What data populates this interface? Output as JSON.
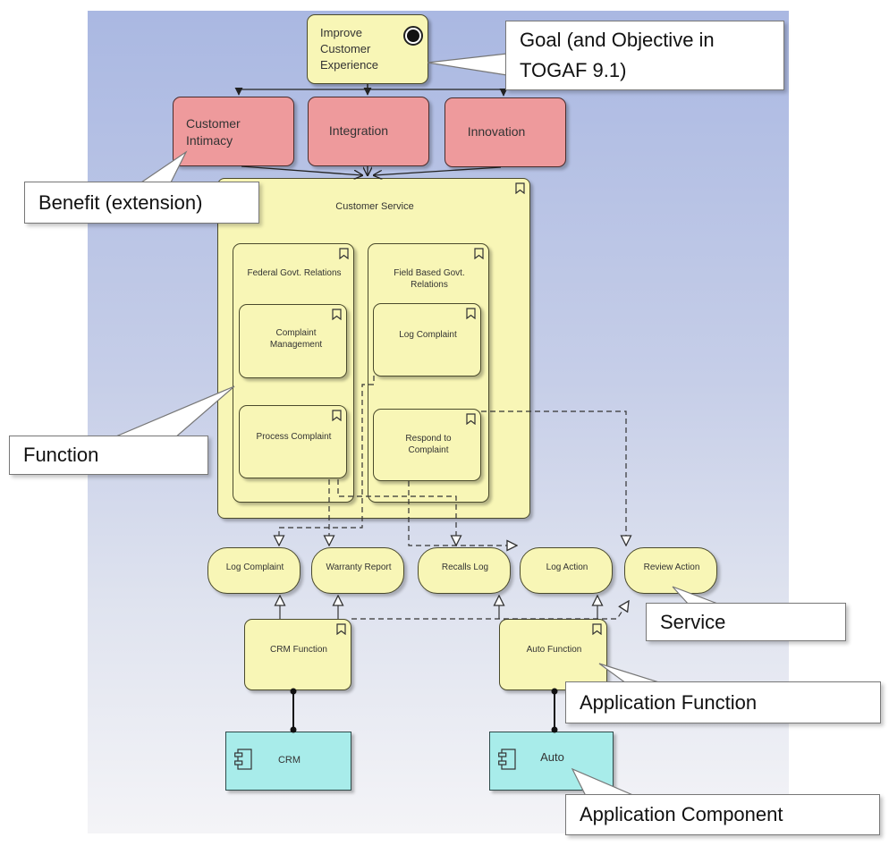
{
  "goal": {
    "text": "Improve Customer Experience"
  },
  "benefits": [
    {
      "text": "Customer Intimacy"
    },
    {
      "text": "Integration"
    },
    {
      "text": "Innovation"
    }
  ],
  "customer_service": {
    "title": "Customer Service"
  },
  "groups": [
    {
      "title": "Federal Govt. Relations",
      "functions": [
        "Complaint Management",
        "Process Complaint"
      ]
    },
    {
      "title": "Field Based Govt. Relations",
      "functions": [
        "Log Complaint",
        "Respond to Complaint"
      ]
    }
  ],
  "services": [
    "Log Complaint",
    "Warranty Report",
    "Recalls Log",
    "Log Action",
    "Review Action"
  ],
  "app_functions": [
    "CRM Function",
    "Auto Function"
  ],
  "app_components": [
    "CRM",
    "Auto"
  ],
  "callouts": {
    "goal": [
      "Goal (and Objective in",
      "TOGAF 9.1)"
    ],
    "benefit": "Benefit (extension)",
    "function": "Function",
    "service": "Service",
    "app_function": "Application Function",
    "app_component": "Application Component"
  },
  "colors": {
    "function_fill": "#f8f6b6",
    "benefit_fill": "#ee9a9c",
    "component_fill": "#a8ecea"
  }
}
